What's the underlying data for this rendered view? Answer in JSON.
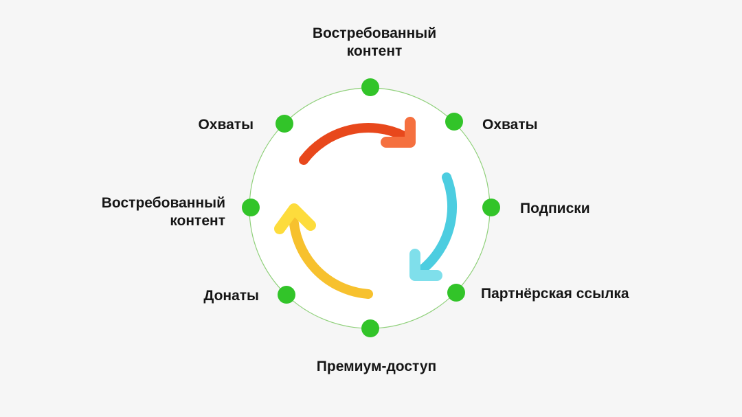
{
  "diagram": {
    "labels": {
      "top": "Востребованный\nконтент",
      "top_left": "Охваты",
      "top_right": "Охваты",
      "left": "Востребованный\nконтент",
      "right": "Подписки",
      "bottom_left": "Донаты",
      "bottom_right": "Партнёрская ссылка",
      "bottom": "Премиум-доступ"
    },
    "colors": {
      "background": "#f6f6f6",
      "circle_fill": "#ffffff",
      "circle_stroke": "#8fd07a",
      "node": "#32c429",
      "arrow_red": "#e8481c",
      "arrow_red_head": "#f5703f",
      "arrow_cyan": "#4ccde0",
      "arrow_cyan_head": "#7fdfeb",
      "arrow_yellow": "#f7c12e",
      "arrow_yellow_head": "#fddc3c"
    }
  }
}
